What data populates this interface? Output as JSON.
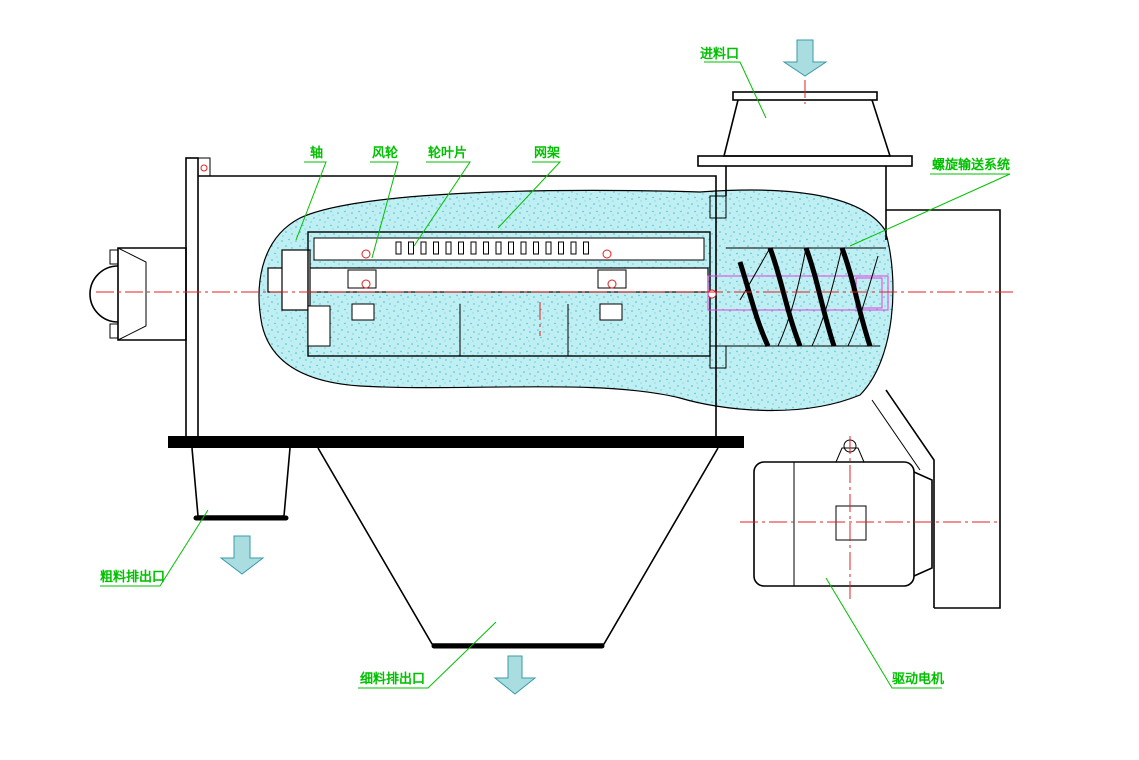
{
  "labels": {
    "shaft": "轴",
    "impeller": "风轮",
    "blade": "轮叶片",
    "screen_frame": "网架",
    "inlet": "进料口",
    "screw_conveyor": "螺旋输送系统",
    "coarse_outlet": "粗料排出口",
    "fine_outlet": "细料排出口",
    "drive_motor": "驱动电机"
  },
  "colors": {
    "label": "#00c000",
    "leader": "#00c000",
    "material_fill": "#bfeff2",
    "material_dots": "#3cc0d0",
    "center_line": "#e02020",
    "arrow_fill": "#a9dde0",
    "arrow_stroke": "#3a9aa8",
    "magenta": "#e040e0",
    "bolt_red": "#e02020"
  },
  "icons": {
    "flow_arrow": "down-arrow-icon",
    "bolt": "bolt-icon"
  }
}
